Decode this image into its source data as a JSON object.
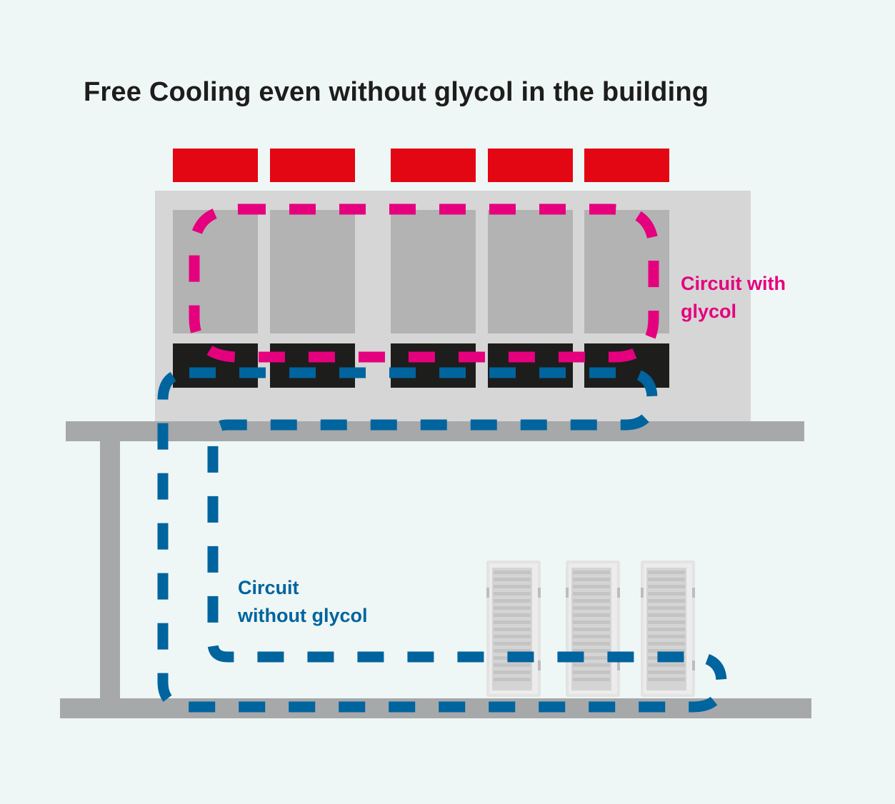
{
  "title": "Free Cooling even without glycol in the building",
  "circuits": {
    "with_glycol": {
      "line1": "Circuit with",
      "line2": "glycol"
    },
    "without_glycol": {
      "line1": "Circuit",
      "line2": "without glycol"
    }
  },
  "colors": {
    "background": "#eff7f6",
    "title_text": "#1d1d1b",
    "fan_red": "#e30613",
    "unit_housing": "#d6d6d6",
    "coil_panel": "#b3b3b3",
    "module_black": "#1d1d1b",
    "structure_gray": "#a6a8aa",
    "glycol_circuit": "#e5007e",
    "water_circuit": "#00649e"
  },
  "icons": [
    "fan-module",
    "server-rack"
  ]
}
